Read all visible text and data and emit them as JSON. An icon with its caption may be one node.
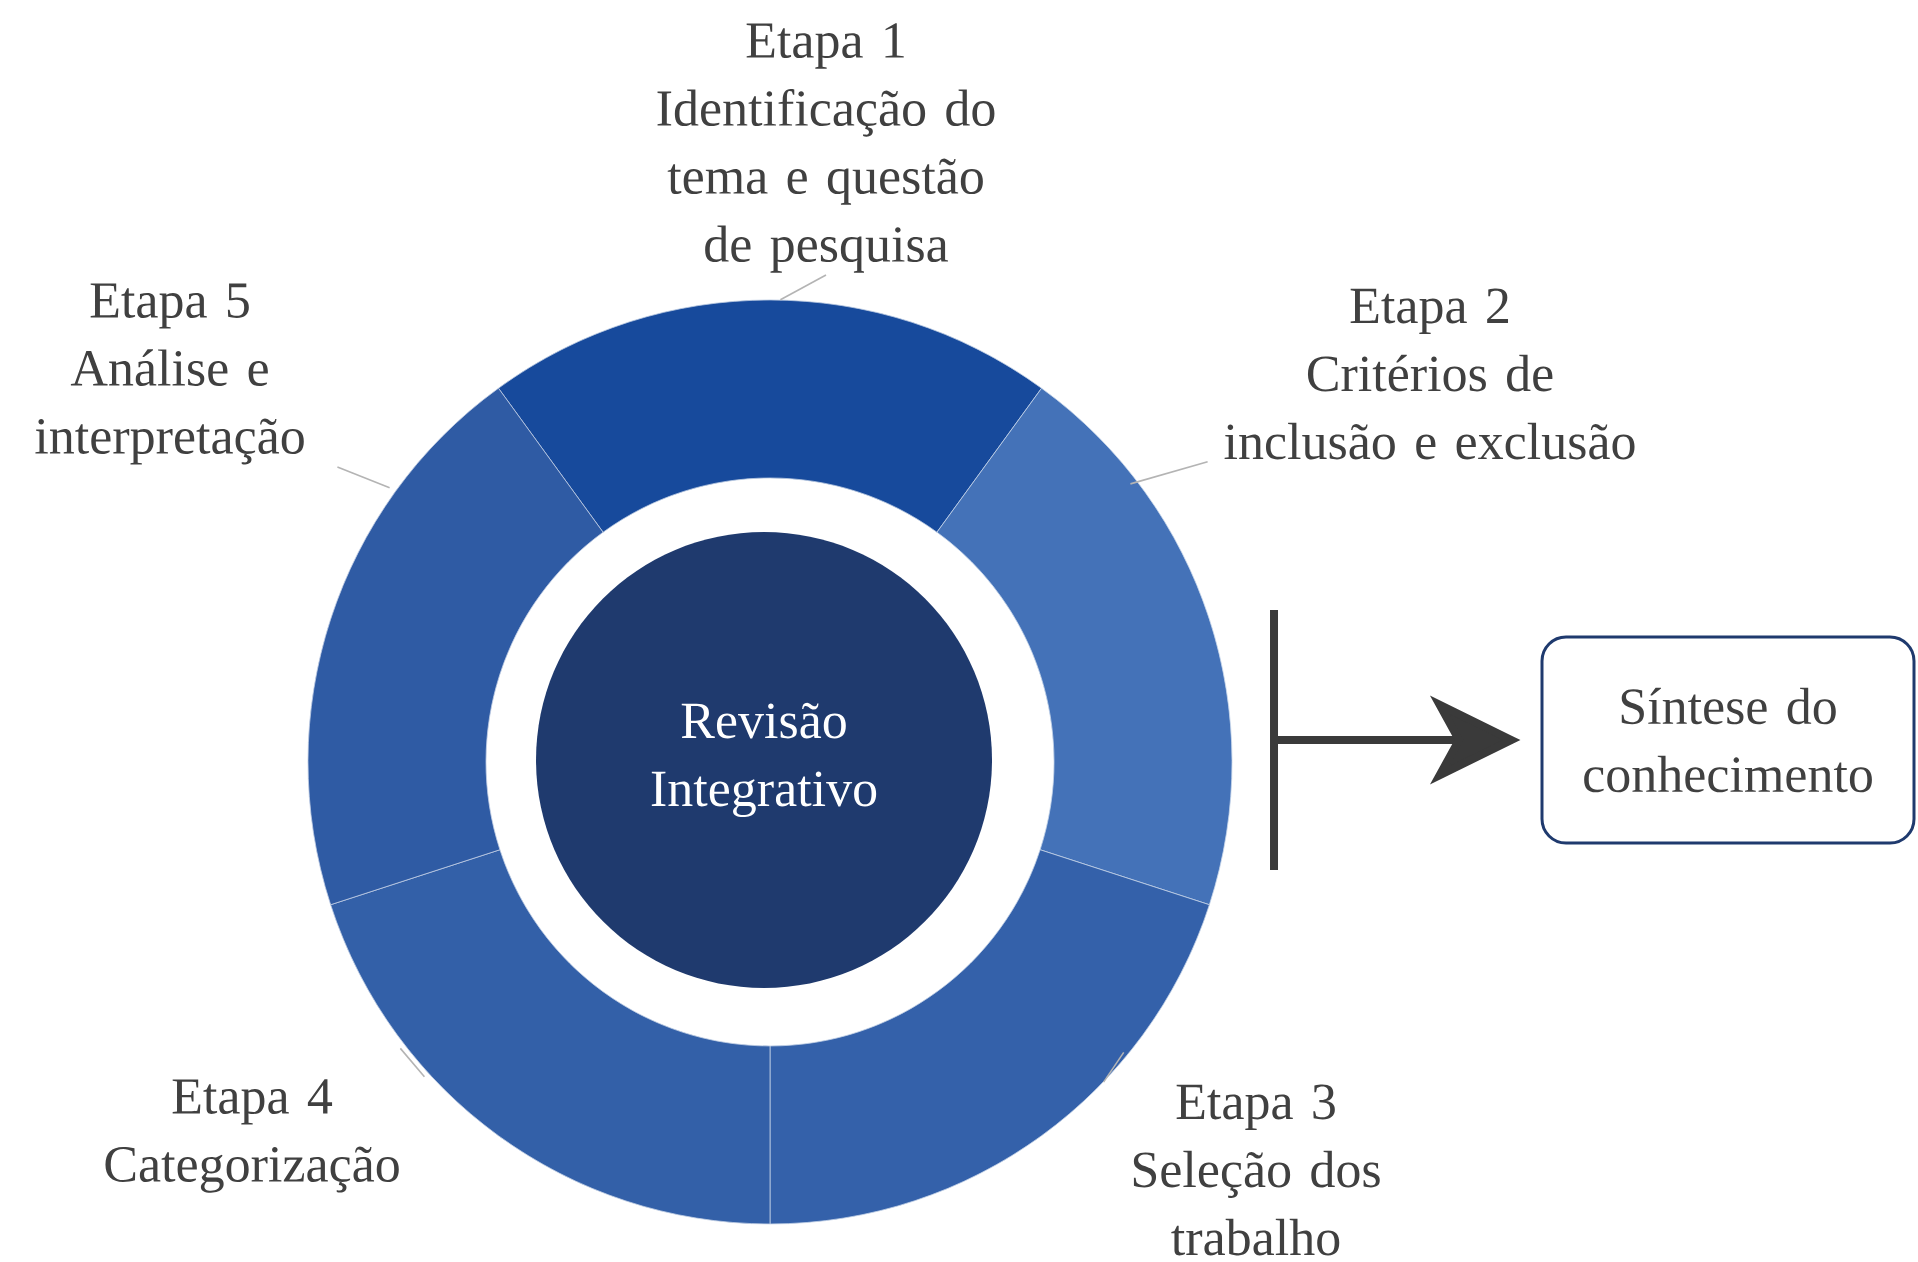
{
  "diagram": {
    "nodes": [
      {
        "text": [
          "Etapa 1",
          "Identificação do tema e questão de pesquisa"
        ]
      },
      {
        "text": [
          "Etapa 2",
          "Critérios de inclusão e exclusão"
        ]
      },
      {
        "text": [
          "Etapa 3",
          "Seleção dos trabalho"
        ]
      },
      {
        "text": [
          "Etapa 4",
          "Categorização"
        ]
      },
      {
        "text": [
          "Etapa 5",
          "Análise e interpretação"
        ]
      },
      {
        "text": [],
        "shape": "sector"
      },
      {
        "text": [],
        "shape": "sector"
      },
      {
        "text": [],
        "shape": "sector"
      },
      {
        "text": [],
        "shape": "sector"
      },
      {
        "text": [],
        "shape": "sector"
      },
      {
        "text": [
          "Revisão Integrativo"
        ]
      },
      {
        "text": [
          "Síntese do conhecimento"
        ]
      }
    ],
    "edges": [
      {
        "from": 0,
        "to": 5,
        "arrow": "none"
      },
      {
        "from": 1,
        "to": 6,
        "arrow": "none"
      },
      {
        "from": 2,
        "to": 7,
        "arrow": "none"
      },
      {
        "from": 3,
        "to": 8,
        "arrow": "none"
      },
      {
        "from": 4,
        "to": 9,
        "arrow": "none"
      },
      {
        "from": null,
        "to": 11,
        "arrow": "to",
        "style": "thick",
        "color": "#3a3a3a"
      }
    ]
  }
}
